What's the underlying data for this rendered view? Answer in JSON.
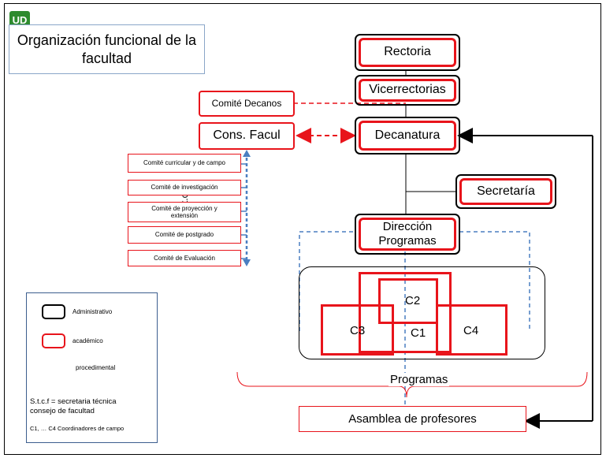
{
  "title": "Organización funcional de la facultad",
  "logo": {
    "text": "UD",
    "color": "#2e8b2e"
  },
  "nodes": {
    "rectoria": "Rectoria",
    "vicerrectorias": "Vicerrectorias",
    "decanatura": "Decanatura",
    "secretaria": "Secretaría",
    "direccion": "Dirección Programas",
    "comite_decanos": "Comité Decanos",
    "cons_facul": "Cons. Facul"
  },
  "committees": [
    "Comité curricular y de campo",
    "Comité de investigación",
    "Comité de proyección y extensión",
    "Comité  de postgrado",
    "Comité  de Evaluación"
  ],
  "stcf_label": "S.t.c.f",
  "fields": {
    "c1": "C1",
    "c2": "C2",
    "c3": "C3",
    "c4": "C4"
  },
  "programas_label": "Programas",
  "asamblea_label": "Asamblea de profesores",
  "legend": {
    "administrativo": "Administrativo",
    "academico": "académico",
    "procedimental": "procedimental",
    "stcf_def": "S.t.c.f = secretaria técnica consejo de facultad",
    "coord_def": "C1, … C4  Coordinadores de campo"
  },
  "colors": {
    "red": "#e8141b",
    "blue_dashed": "#4a7fc1",
    "black": "#000000"
  }
}
